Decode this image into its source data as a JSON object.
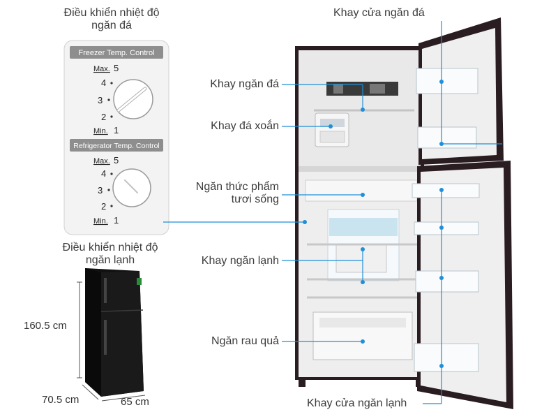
{
  "labels": {
    "freezer_control": "Điều khiển nhiệt độ\nngăn đá",
    "fridge_control": "Điều khiển nhiệt độ\nngăn lạnh",
    "freezer_door_tray": "Khay cửa ngăn đá",
    "ice_tray": "Khay ngăn đá",
    "twist_ice": "Khay đá xoắn",
    "fresh_food": "Ngăn thức phẩm\ntươi sống",
    "fridge_shelf": "Khay ngăn lạnh",
    "vegetable": "Ngăn rau quả",
    "fridge_door_tray": "Khay cửa ngăn lạnh"
  },
  "panel": {
    "freezer_title": "Freezer Temp. Control",
    "fridge_title": "Refrigerator Temp. Control",
    "max_label": "Max.",
    "min_label": "Min.",
    "scale": [
      "5",
      "4",
      "3",
      "2",
      "1"
    ]
  },
  "dimensions": {
    "height": "160.5 cm",
    "depth": "70.5 cm",
    "width": "65 cm"
  },
  "colors": {
    "pointer_line": "#1e8fd8",
    "fridge_body": "#2a1d22",
    "panel_bg": "#f2f2f2",
    "panel_title_bg": "#8e8e8e"
  }
}
